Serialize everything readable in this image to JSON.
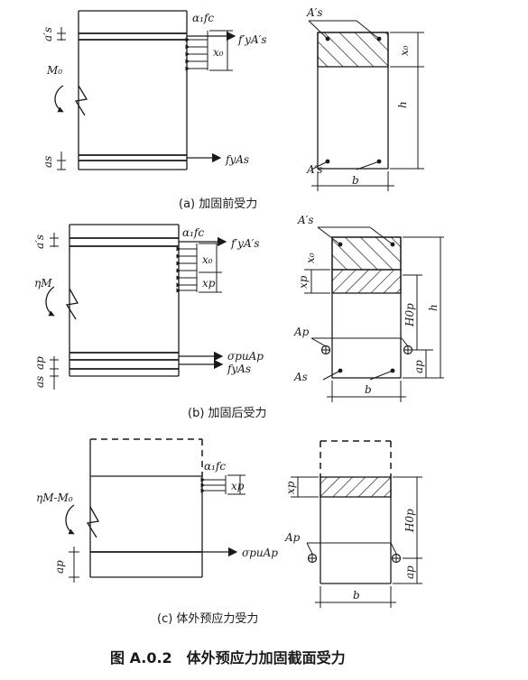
{
  "figure_title": "图 A.0.2　体外预应力加固截面受力",
  "panels": {
    "a": {
      "caption": "(a) 加固前受力",
      "moment": "M₀",
      "top_force": "f′yA′s",
      "bottom_force": "fyAs",
      "stress": "α₁fc",
      "depth": "x₀",
      "cover_top": "a′s",
      "cover_bottom": "as",
      "top_steel": "A′s",
      "bottom_steel": "A′s",
      "height": "h",
      "width": "b"
    },
    "b": {
      "caption": "(b)  加固后受力",
      "moment": "ηM",
      "top_force": "f′yA′s",
      "prestress_force": "σpuAp",
      "bottom_force": "fyAs",
      "stress": "α₁fc",
      "depth0": "x₀",
      "depthp": "xp",
      "cover_top": "a′s",
      "cover_p": "ap",
      "cover_s": "as",
      "top_steel": "A′s",
      "prestress_steel": "Ap",
      "bottom_steel": "As",
      "height": "h",
      "eff_height": "H0p",
      "width": "b"
    },
    "c": {
      "caption": "(c) 体外预应力受力",
      "moment": "ηM-M₀",
      "stress": "α₁fc",
      "depthp": "xp",
      "prestress_force": "σpuAp",
      "cover_p": "ap",
      "prestress_steel": "Ap",
      "eff_height": "H0p",
      "width": "b"
    }
  }
}
